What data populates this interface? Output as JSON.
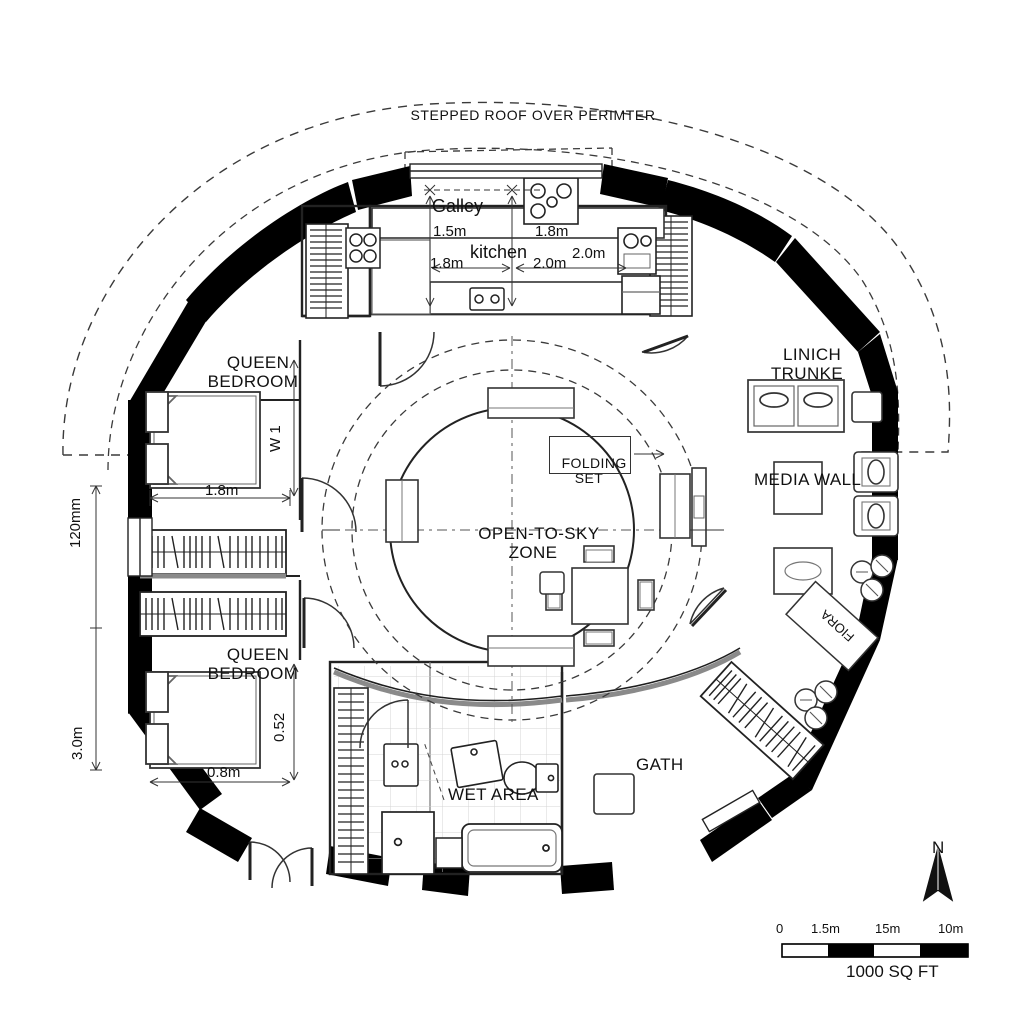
{
  "drawing": {
    "type": "architectural-floor-plan",
    "title_note": "STEPPED ROOF OVER PERIMTER",
    "area_note": "1000 SQ FT",
    "north_label": "N"
  },
  "rooms": [
    {
      "key": "galley",
      "label": "Galley"
    },
    {
      "key": "kitchen",
      "label": "kitchen"
    },
    {
      "key": "bedroom_north",
      "label": "QUEEN\nBEDROOM"
    },
    {
      "key": "bedroom_south",
      "label": "QUEEN\nBEDROOM"
    },
    {
      "key": "courtyard",
      "label": "OPEN-TO-SKY\nZONE"
    },
    {
      "key": "folding_set",
      "label": "FOLDING\nSET"
    },
    {
      "key": "lounge",
      "label": "LINICH\nTRUNKE"
    },
    {
      "key": "media_wall",
      "label": "MEDIA WALL"
    },
    {
      "key": "wet_area",
      "label": "WET AREA"
    },
    {
      "key": "bath",
      "label": "GATH"
    },
    {
      "key": "side_tag",
      "label": "FIORA"
    }
  ],
  "dimensions": {
    "kitchen_a": "1.5m",
    "kitchen_b": "1.8m",
    "kitchen_c": "1.8m",
    "kitchen_d": "2.0m",
    "kitchen_e": "2.0m",
    "bedroom_north_width": "1.8m",
    "bedroom_north_height": "W 1",
    "bedroom_south_width": "0.8m",
    "bedroom_south_height": "0.52",
    "overall_upper": "120mm",
    "overall_lower": "3.0m"
  },
  "scale_bar": {
    "ticks": [
      "0",
      "1.5m",
      "15m",
      "10m"
    ],
    "caption": "1000 SQ FT"
  },
  "colors": {
    "wall": "#000000",
    "line": "#222222",
    "thin": "#555555",
    "dash": "#444444",
    "paper": "#ffffff"
  }
}
